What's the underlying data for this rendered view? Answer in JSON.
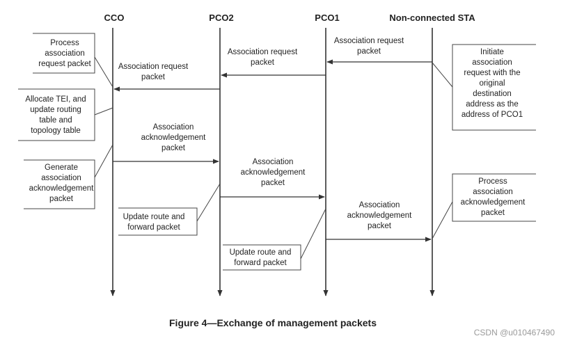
{
  "entities": [
    "CCO",
    "PCO2",
    "PCO1",
    "Non-connected STA"
  ],
  "messages": [
    {
      "label": [
        "Association request",
        "packet"
      ],
      "from": 3,
      "to": 2
    },
    {
      "label": [
        "Association request",
        "packet"
      ],
      "from": 2,
      "to": 1
    },
    {
      "label": [
        "Association request",
        "packet"
      ],
      "from": 1,
      "to": 0
    },
    {
      "label": [
        "Association",
        "acknowledgement",
        "packet"
      ],
      "from": 0,
      "to": 1
    },
    {
      "label": [
        "Association",
        "acknowledgement",
        "packet"
      ],
      "from": 1,
      "to": 2
    },
    {
      "label": [
        "Association",
        "acknowledgement",
        "packet"
      ],
      "from": 2,
      "to": 3
    }
  ],
  "notes": [
    {
      "lines": [
        "Process",
        "association",
        "request packet"
      ]
    },
    {
      "lines": [
        "Allocate TEI, and",
        "update routing",
        "table and",
        "topology table"
      ]
    },
    {
      "lines": [
        "Generate",
        "association",
        "acknowledgement",
        "packet"
      ]
    },
    {
      "lines": [
        "Initiate",
        "association",
        "request with the",
        "original",
        "destination",
        "address as the",
        "address of PCO1"
      ]
    },
    {
      "lines": [
        "Update route and",
        "forward  packet"
      ]
    },
    {
      "lines": [
        "Update route and",
        "forward  packet"
      ]
    },
    {
      "lines": [
        "Process",
        "association",
        "acknowledgement",
        "packet"
      ]
    }
  ],
  "caption": "Figure 4—Exchange of management packets",
  "watermark": "CSDN @u010467490"
}
